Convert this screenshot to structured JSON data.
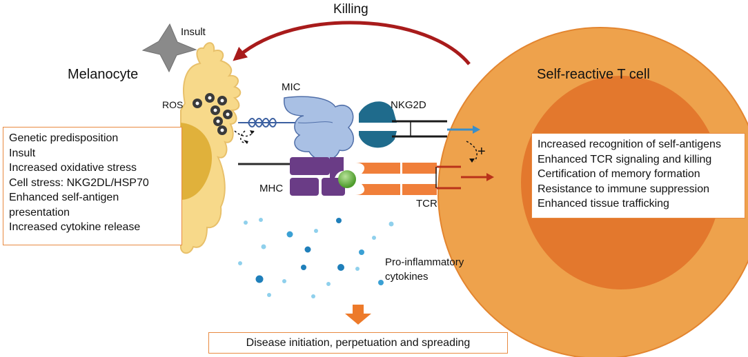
{
  "labels": {
    "killing": "Killing",
    "insult": "Insult",
    "melanocyte": "Melanocyte",
    "self_reactive_t_cell": "Self-reactive T cell",
    "ros": "ROS",
    "mic": "MIC",
    "nkg2d": "NKG2D",
    "mhc": "MHC",
    "tcr": "TCR",
    "plus": "+",
    "cytokines_line1": "Pro-inflammatory",
    "cytokines_line2": "cytokines"
  },
  "left_box": {
    "items": [
      "Genetic predisposition",
      "Insult",
      "Increased oxidative stress",
      "Cell stress: NKG2DL/HSP70",
      "Enhanced self-antigen presentation",
      "Increased cytokine release"
    ]
  },
  "right_box": {
    "items": [
      "Increased recognition of self-antigens",
      "Enhanced TCR signaling and killing",
      "Certification of memory formation",
      "Resistance to immune suppression",
      "Enhanced tissue trafficking"
    ]
  },
  "bottom_box": {
    "text": "Disease initiation, perpetuation and spreading"
  },
  "colors": {
    "melanocyte_fill": "#f7d98a",
    "nucleus_fill": "#e0b13b",
    "tcell_outer": "#eea24c",
    "tcell_inner": "#e3782d",
    "killing_arrow": "#a81b1b",
    "box_border": "#e8893f",
    "mic": "#a9c0e4",
    "nkg2d": "#1f6b8c",
    "mhc": "#6a3c86",
    "tcr": "#f07f3a",
    "antigen": "#6fbf4a",
    "cytokine": "#3aa0d4"
  }
}
